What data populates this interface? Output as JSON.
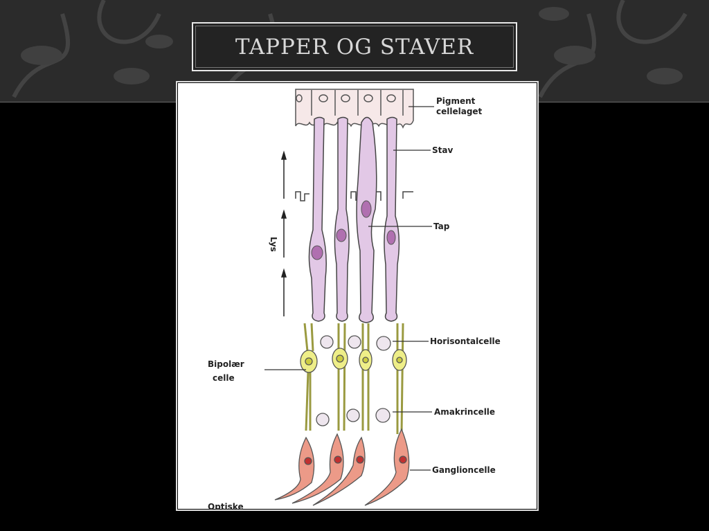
{
  "slide": {
    "title": "TAPPER OG STAVER"
  },
  "diagram": {
    "labels": {
      "pigment_1": "Pigment",
      "pigment_2": "cellelaget",
      "rod": "Stav",
      "cone": "Tap",
      "light": "Lys",
      "horizontal": "Horisontalcelle",
      "bipolar_1": "Bipolær",
      "bipolar_2": "celle",
      "amacrine": "Amakrincelle",
      "ganglion": "Ganglioncelle",
      "optic": "Optiske"
    },
    "colors": {
      "photoreceptor": "#e2c8e6",
      "nucleus": "#b070b0",
      "bipolar": "#eeee88",
      "ganglion": "#ec9a88",
      "ganglion_nucleus": "#c03030",
      "pigment": "#f6e8e8"
    }
  }
}
